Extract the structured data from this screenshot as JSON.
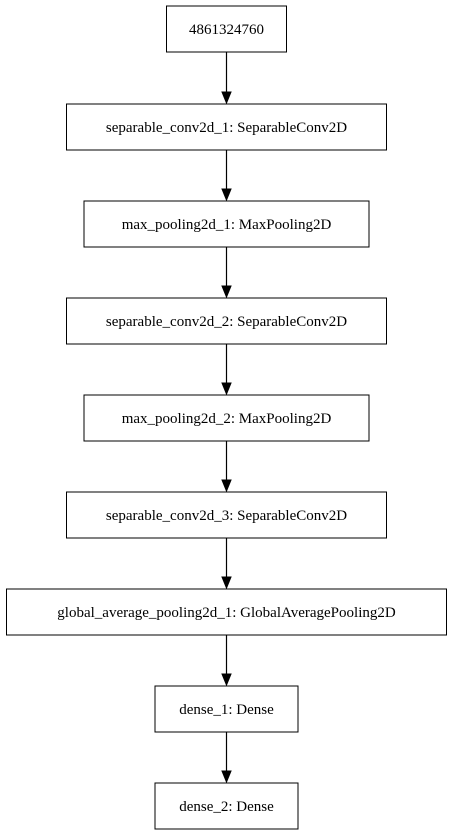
{
  "diagram": {
    "nodes": [
      {
        "id": "input",
        "label": "4861324760"
      },
      {
        "id": "separable_conv2d_1",
        "label": "separable_conv2d_1: SeparableConv2D"
      },
      {
        "id": "max_pooling2d_1",
        "label": "max_pooling2d_1: MaxPooling2D"
      },
      {
        "id": "separable_conv2d_2",
        "label": "separable_conv2d_2: SeparableConv2D"
      },
      {
        "id": "max_pooling2d_2",
        "label": "max_pooling2d_2: MaxPooling2D"
      },
      {
        "id": "separable_conv2d_3",
        "label": "separable_conv2d_3: SeparableConv2D"
      },
      {
        "id": "global_average_pooling2d_1",
        "label": "global_average_pooling2d_1: GlobalAveragePooling2D"
      },
      {
        "id": "dense_1",
        "label": "dense_1: Dense"
      },
      {
        "id": "dense_2",
        "label": "dense_2: Dense"
      }
    ],
    "edges": [
      {
        "from": "input",
        "to": "separable_conv2d_1"
      },
      {
        "from": "separable_conv2d_1",
        "to": "max_pooling2d_1"
      },
      {
        "from": "max_pooling2d_1",
        "to": "separable_conv2d_2"
      },
      {
        "from": "separable_conv2d_2",
        "to": "max_pooling2d_2"
      },
      {
        "from": "max_pooling2d_2",
        "to": "separable_conv2d_3"
      },
      {
        "from": "separable_conv2d_3",
        "to": "global_average_pooling2d_1"
      },
      {
        "from": "global_average_pooling2d_1",
        "to": "dense_1"
      },
      {
        "from": "dense_1",
        "to": "dense_2"
      }
    ]
  }
}
